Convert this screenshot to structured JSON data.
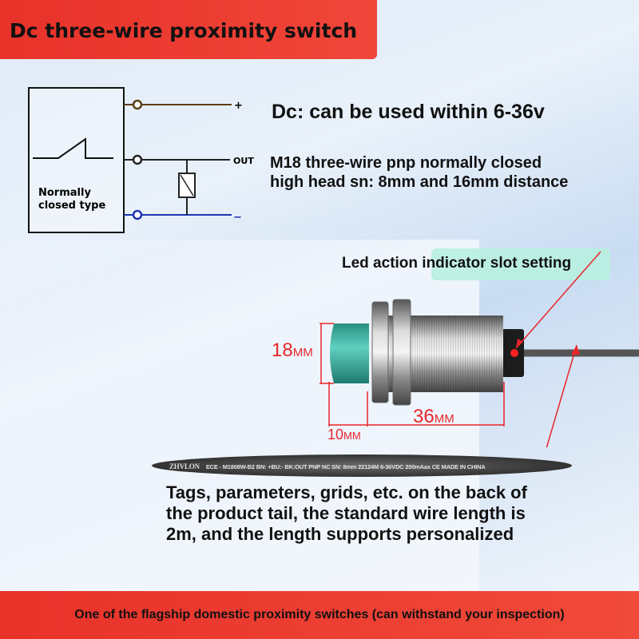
{
  "title": "Dc three-wire proximity switch",
  "diagram": {
    "type_label_1": "Normally",
    "type_label_2": "closed type",
    "plus": "+",
    "out": "OUT",
    "minus": "−"
  },
  "voltage_text": "Dc: can be used within 6-36v",
  "spec_line1": "M18 three-wire pnp normally closed",
  "spec_line2": "high head sn: 8mm and 16mm distance",
  "led_callout": "Led action indicator slot setting",
  "dimensions": {
    "diameter": "18",
    "diameter_unit": "MM",
    "length": "36",
    "length_unit": "MM",
    "head": "10",
    "head_unit": "MM"
  },
  "cable_label": {
    "brand": "ZHVLON",
    "text": "ECE - M1808W-B2 BN: +BU:- BK:OUT PNP NC SN: 8mm 22124M 6-36VDC 200mAax",
    "ce": "CE",
    "origin": "MADE IN CHINA"
  },
  "tags_text": "Tags, parameters, grids, etc. on the back of the product tail, the standard wire length is 2m, and the length supports personalized",
  "footer": "One of the flagship domestic proximity switches (can withstand your inspection)",
  "colors": {
    "banner": "#e8322a",
    "sensor_cap": "#3fb5a5",
    "dimension": "#e8262a"
  }
}
